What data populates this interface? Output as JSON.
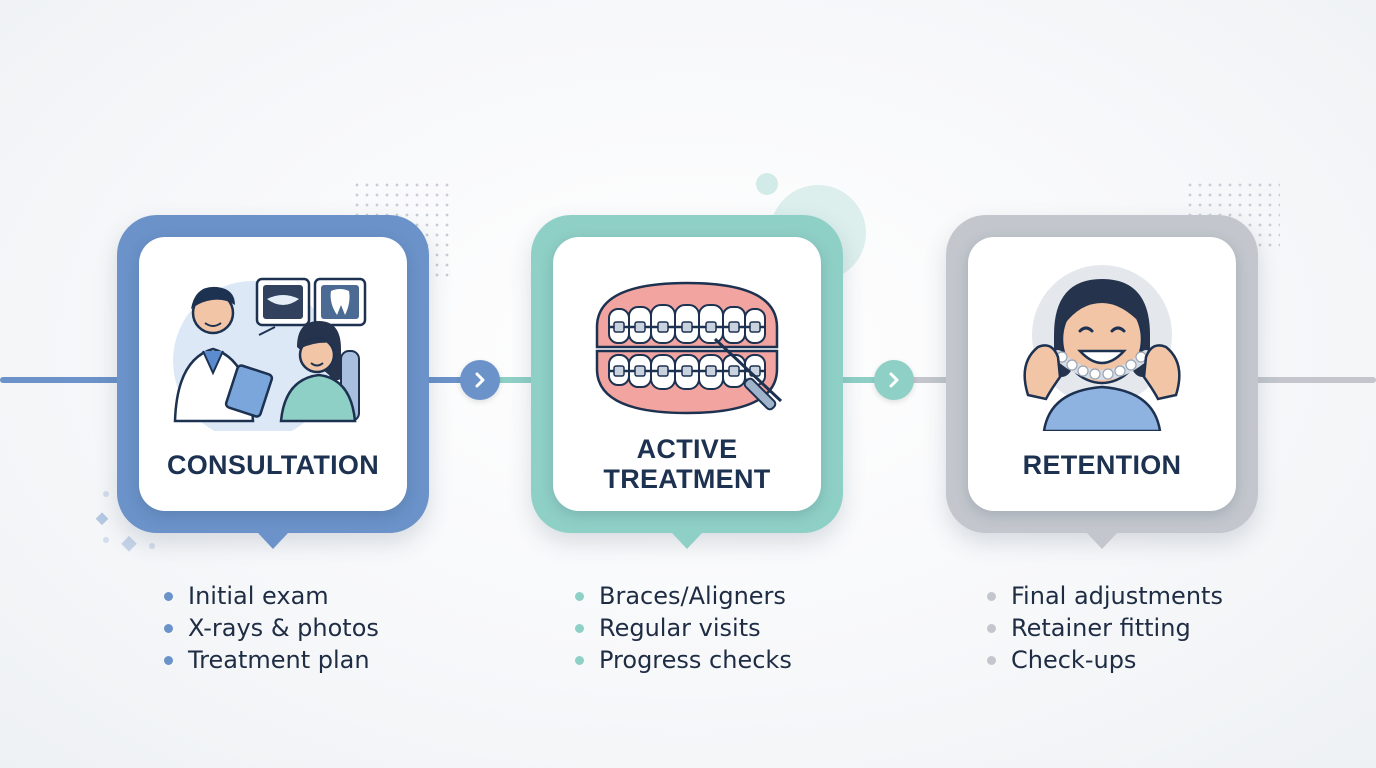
{
  "colors": {
    "consultation": "#6b93c9",
    "active_treatment": "#8fd0c6",
    "retention": "#c3c7cd",
    "title_text": "#1d3150",
    "bullet_text": "#1f2d44"
  },
  "stages": [
    {
      "title": "CONSULTATION",
      "icon": "dentist-consultation-icon",
      "bullets": [
        "Initial exam",
        "X-rays & photos",
        "Treatment plan"
      ]
    },
    {
      "title_lines": [
        "ACTIVE",
        "TREATMENT"
      ],
      "icon": "braces-teeth-icon",
      "bullets": [
        "Braces/Aligners",
        "Regular visits",
        "Progress checks"
      ]
    },
    {
      "title": "RETENTION",
      "icon": "retainer-smile-icon",
      "bullets": [
        "Final adjustments",
        "Retainer fitting",
        "Check-ups"
      ]
    }
  ],
  "arrows": [
    "chevron-right-icon",
    "chevron-right-icon"
  ]
}
